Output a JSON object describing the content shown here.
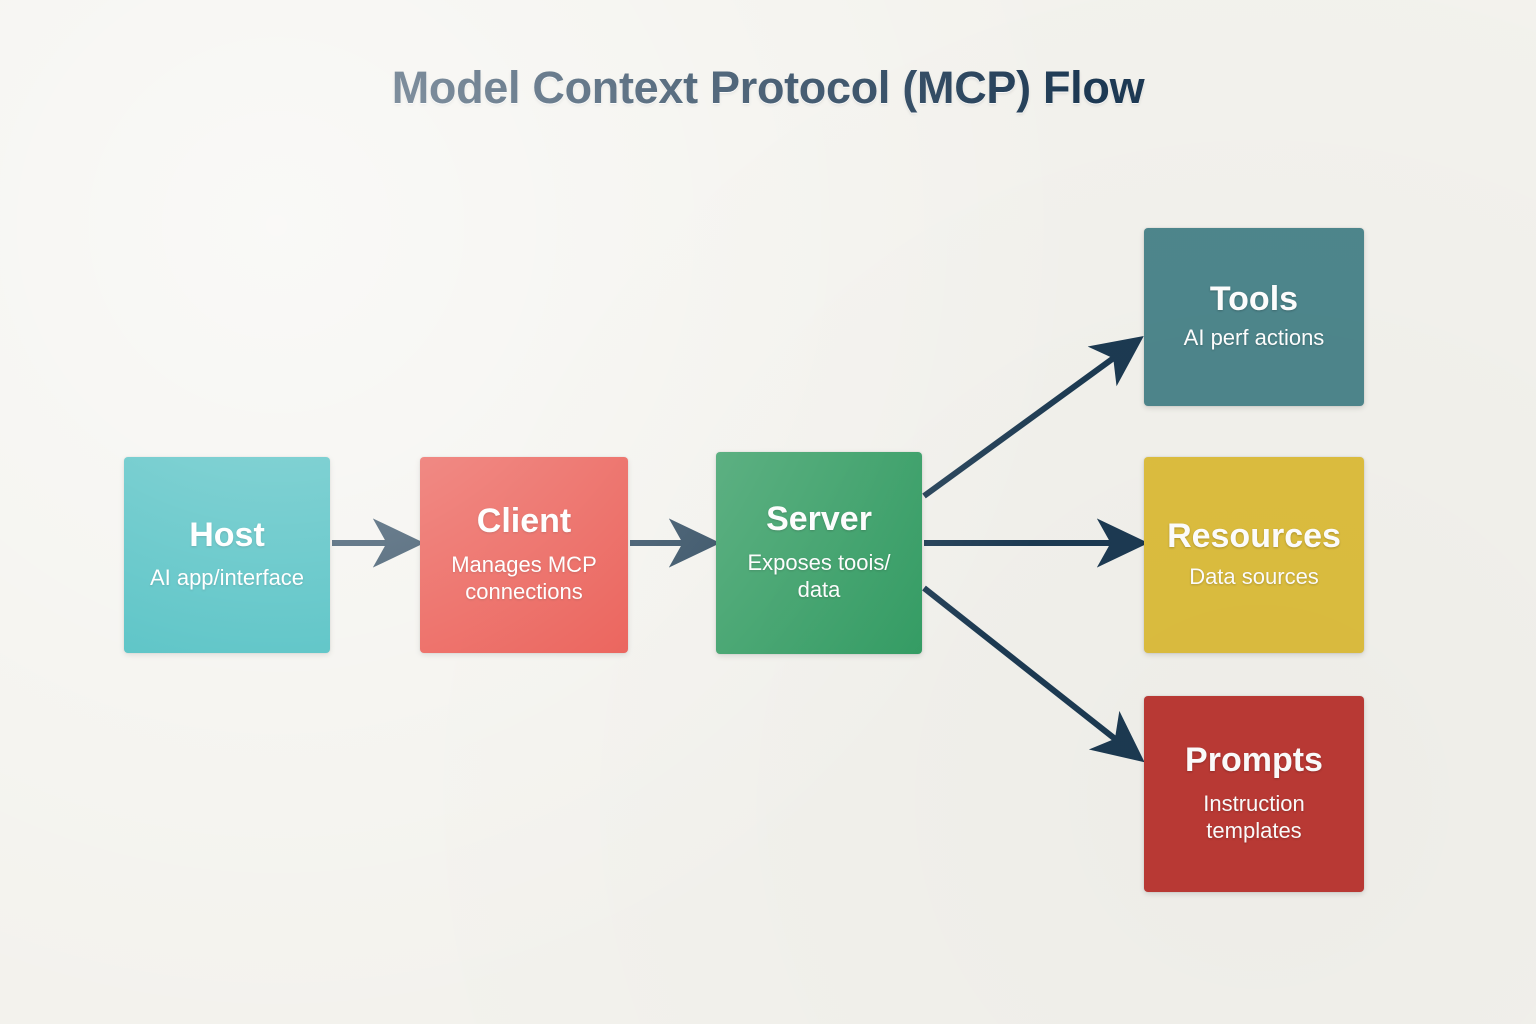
{
  "title": "Model Context Protocol (MCP) Flow",
  "colors": {
    "background": "#f3f2ed",
    "title_text": "#1d3953",
    "arrow": "#1c3a52",
    "host": "#2cb3b6",
    "client": "#e8453c",
    "server": "#2f9b60",
    "tools": "#4e868c",
    "resources": "#ddbe3f",
    "prompts": "#bc3a35",
    "node_text": "#ffffff"
  },
  "nodes": [
    {
      "id": "host",
      "title": "Host",
      "subtitle": "AI app/interface"
    },
    {
      "id": "client",
      "title": "Client",
      "subtitle": "Manages MCP\nconnections"
    },
    {
      "id": "server",
      "title": "Server",
      "subtitle": "Exposes toois/\ndata"
    },
    {
      "id": "tools",
      "title": "Tools",
      "subtitle": "AI perf actions"
    },
    {
      "id": "resources",
      "title": "Resources",
      "subtitle": "Data sources"
    },
    {
      "id": "prompts",
      "title": "Prompts",
      "subtitle": "Instruction\ntemplates"
    }
  ],
  "edges": [
    {
      "id": "host-to-client",
      "from": "Host",
      "to": "Client",
      "style": "solid-arrow"
    },
    {
      "id": "client-to-server",
      "from": "Client",
      "to": "Server",
      "style": "solid-arrow"
    },
    {
      "id": "server-to-tools",
      "from": "Server",
      "to": "Tools",
      "style": "solid-arrow"
    },
    {
      "id": "server-to-resources",
      "from": "Server",
      "to": "Resources",
      "style": "solid-arrow"
    },
    {
      "id": "server-to-prompts",
      "from": "Server",
      "to": "Prompts",
      "style": "solid-arrow"
    }
  ]
}
